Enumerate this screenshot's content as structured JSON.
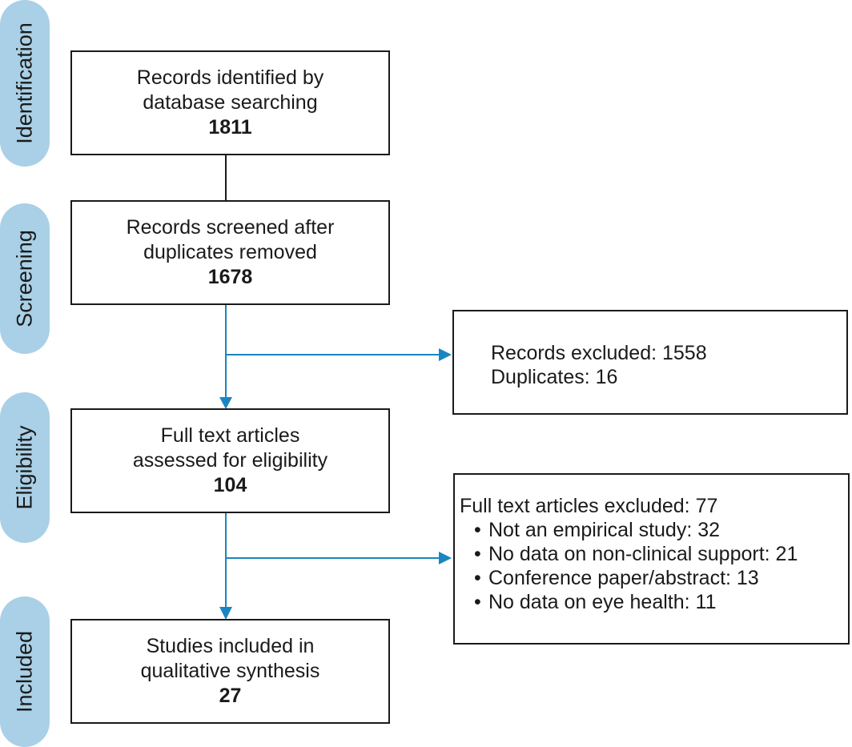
{
  "stages": [
    {
      "label": "Identification"
    },
    {
      "label": "Screening"
    },
    {
      "label": "Eligibility"
    },
    {
      "label": "Included"
    }
  ],
  "main_boxes": [
    {
      "line1": "Records identified by",
      "line2": "database searching",
      "count": "1811"
    },
    {
      "line1": "Records screened after",
      "line2": "duplicates removed",
      "count": "1678"
    },
    {
      "line1": "Full text articles",
      "line2": "assessed for eligibility",
      "count": "104"
    },
    {
      "line1": "Studies included in",
      "line2": "qualitative synthesis",
      "count": "27"
    }
  ],
  "excluded_records": {
    "line1": "Records excluded: 1558",
    "line2": "Duplicates: 16"
  },
  "excluded_fulltext": {
    "title": "Full text articles excluded: 77",
    "reasons": [
      "Not an empirical study: 32",
      "No data on non-clinical support: 21",
      "Conference paper/abstract: 13",
      "No data on eye health: 11"
    ]
  },
  "colors": {
    "stage_pill": "#a9d0e6",
    "arrow": "#1a86c0",
    "box_border": "#1a1a1a"
  }
}
